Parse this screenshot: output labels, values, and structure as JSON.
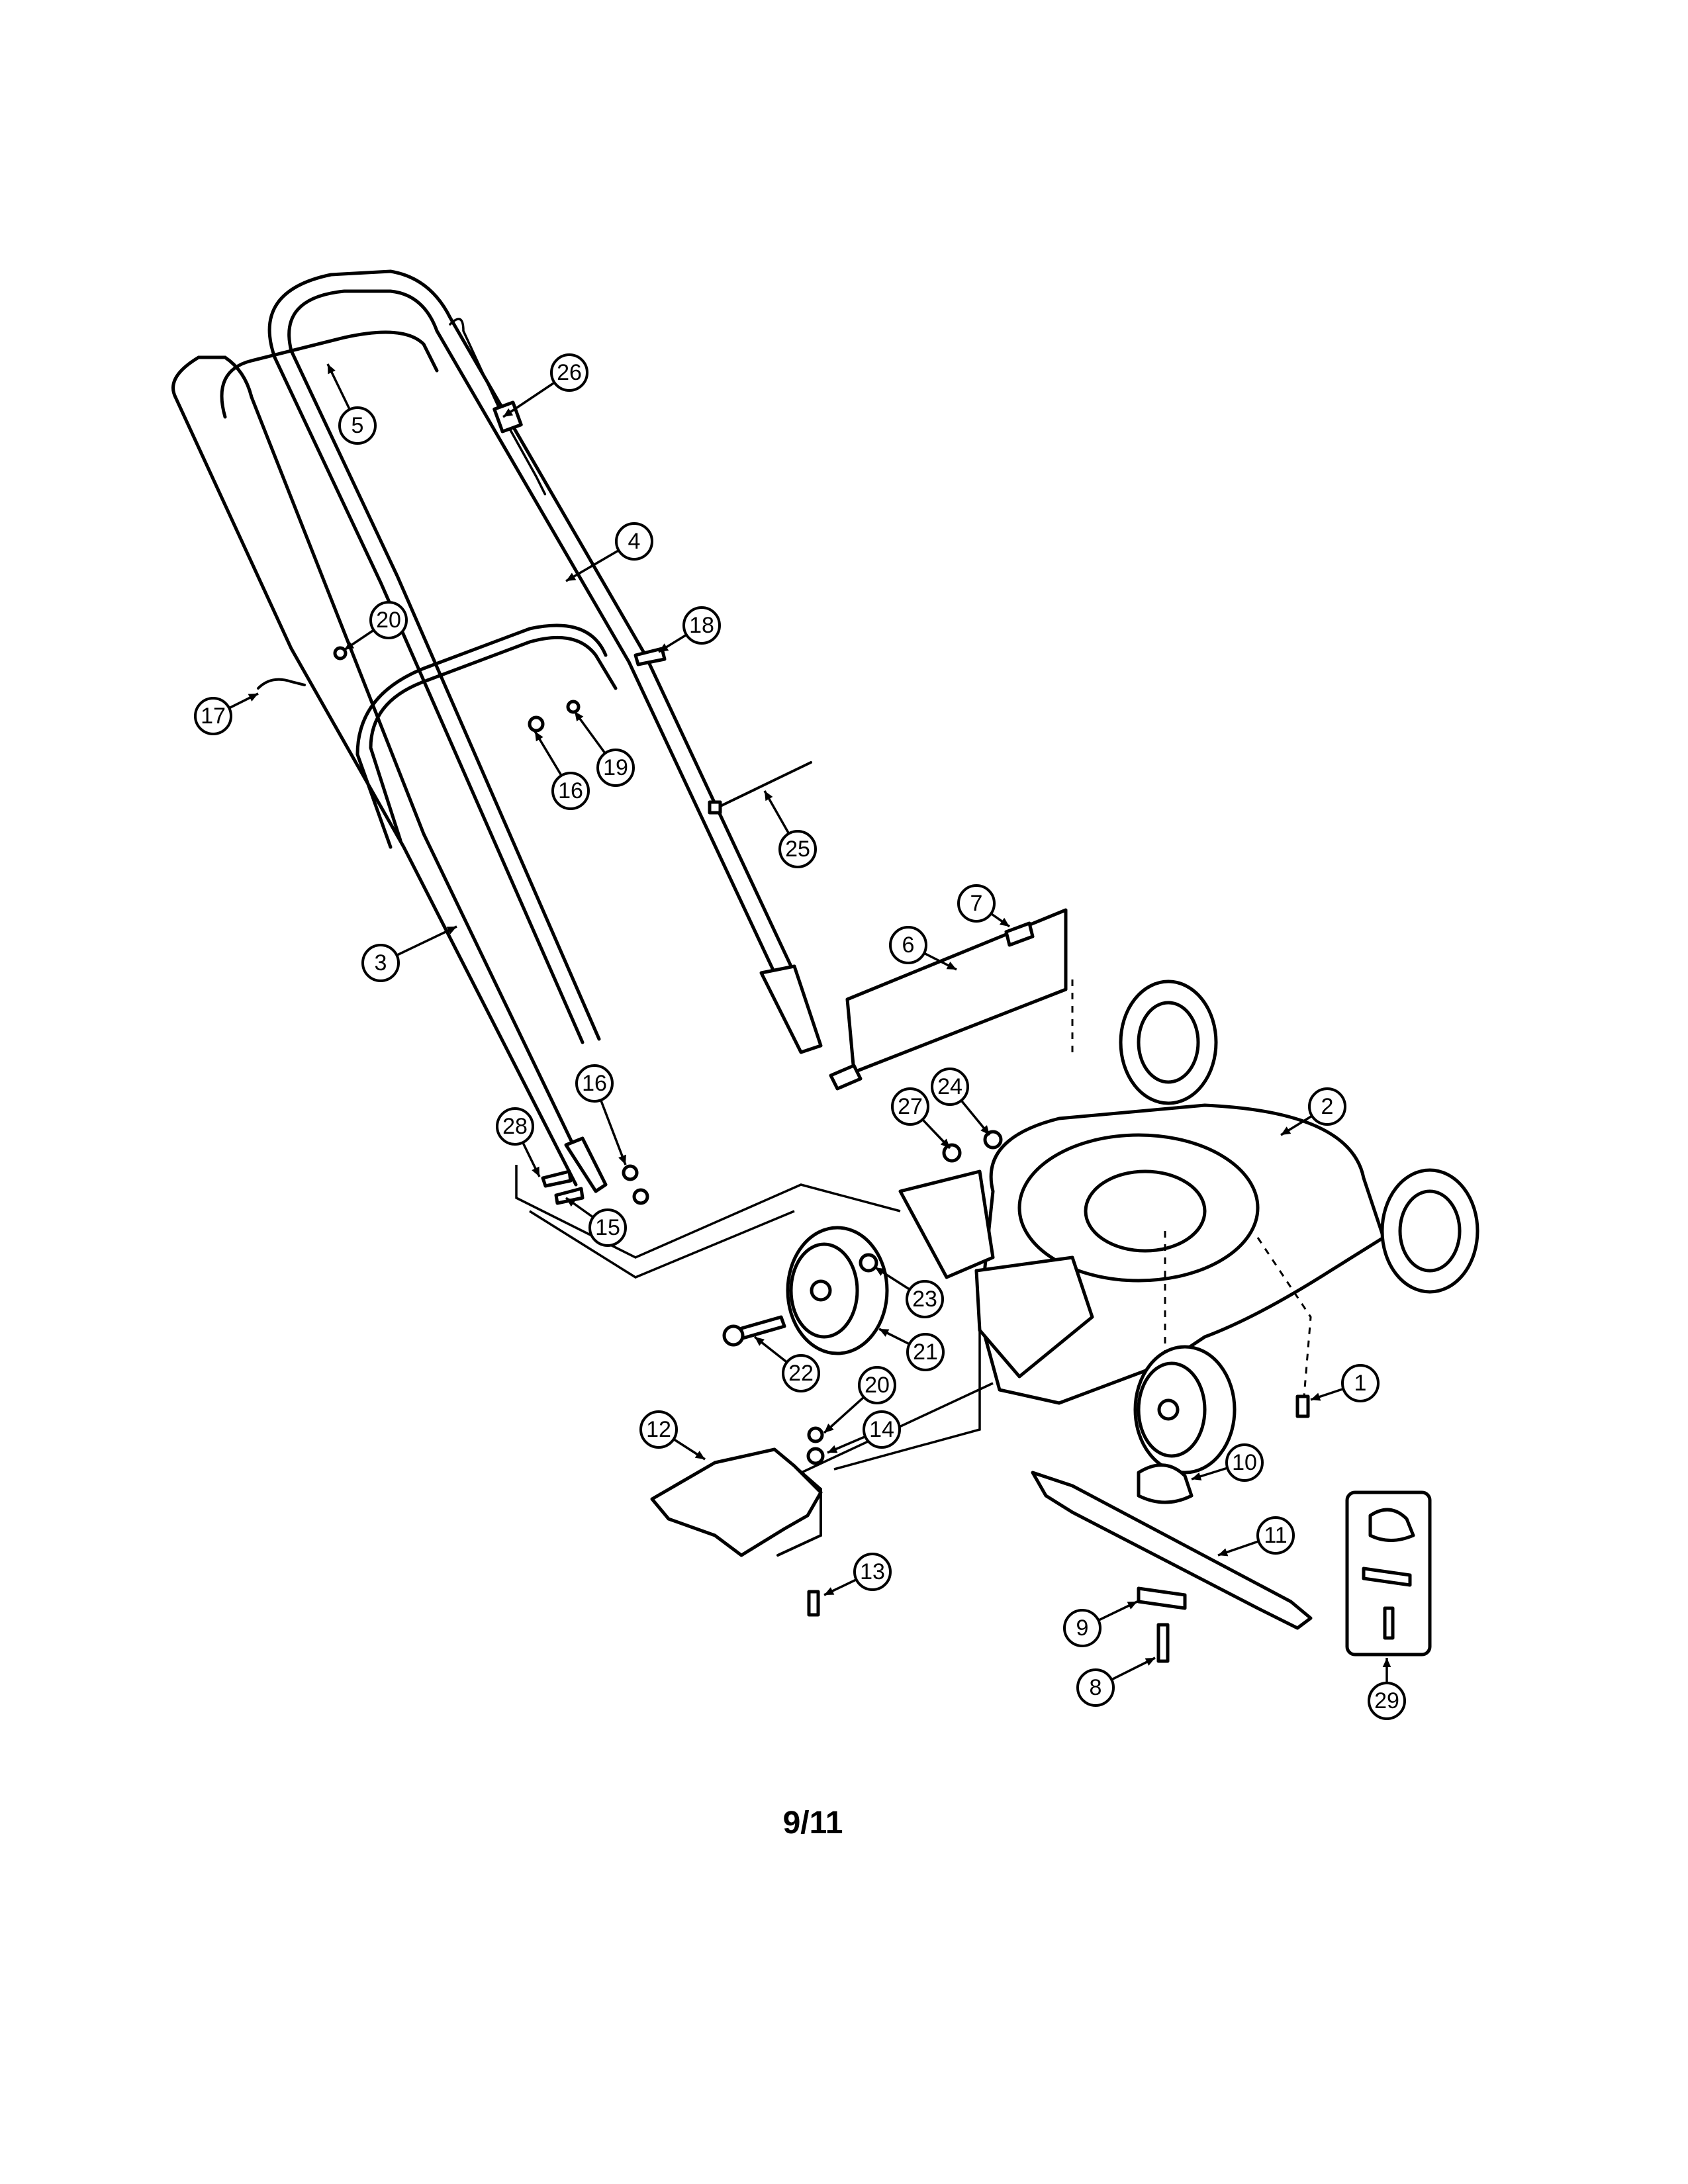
{
  "diagram": {
    "callouts": [
      {
        "id": "c1",
        "label": "1"
      },
      {
        "id": "c2",
        "label": "2"
      },
      {
        "id": "c3",
        "label": "3"
      },
      {
        "id": "c4",
        "label": "4"
      },
      {
        "id": "c5",
        "label": "5"
      },
      {
        "id": "c6",
        "label": "6"
      },
      {
        "id": "c7",
        "label": "7"
      },
      {
        "id": "c8",
        "label": "8"
      },
      {
        "id": "c9",
        "label": "9"
      },
      {
        "id": "c10",
        "label": "10"
      },
      {
        "id": "c11",
        "label": "11"
      },
      {
        "id": "c12",
        "label": "12"
      },
      {
        "id": "c13",
        "label": "13"
      },
      {
        "id": "c14",
        "label": "14"
      },
      {
        "id": "c15",
        "label": "15"
      },
      {
        "id": "c16a",
        "label": "16"
      },
      {
        "id": "c16b",
        "label": "16"
      },
      {
        "id": "c17",
        "label": "17"
      },
      {
        "id": "c18",
        "label": "18"
      },
      {
        "id": "c19",
        "label": "19"
      },
      {
        "id": "c20a",
        "label": "20"
      },
      {
        "id": "c20b",
        "label": "20"
      },
      {
        "id": "c21",
        "label": "21"
      },
      {
        "id": "c22",
        "label": "22"
      },
      {
        "id": "c23",
        "label": "23"
      },
      {
        "id": "c24",
        "label": "24"
      },
      {
        "id": "c25",
        "label": "25"
      },
      {
        "id": "c26",
        "label": "26"
      },
      {
        "id": "c27",
        "label": "27"
      },
      {
        "id": "c28",
        "label": "28"
      },
      {
        "id": "c29",
        "label": "29"
      }
    ]
  },
  "page": {
    "number": "9/11"
  }
}
